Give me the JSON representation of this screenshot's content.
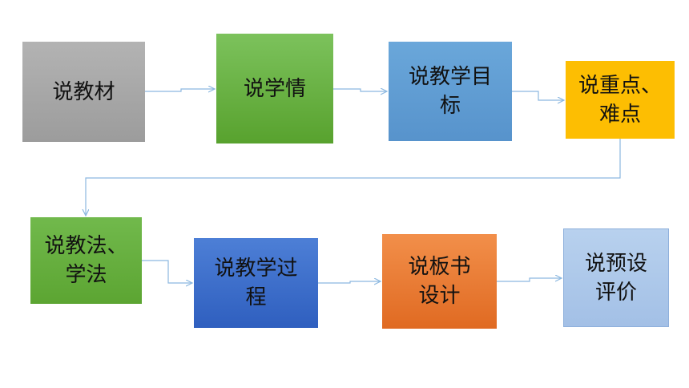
{
  "steps": [
    {
      "id": "b1",
      "lines": [
        "说教材"
      ]
    },
    {
      "id": "b2",
      "lines": [
        "说学情"
      ]
    },
    {
      "id": "b3",
      "lines": [
        "说教学目",
        "标"
      ]
    },
    {
      "id": "b4",
      "lines": [
        "说重点、",
        "难点"
      ]
    },
    {
      "id": "b5",
      "lines": [
        "说教法、",
        "学法"
      ]
    },
    {
      "id": "b6",
      "lines": [
        "说教学过",
        "程"
      ]
    },
    {
      "id": "b7",
      "lines": [
        "说板书",
        "设计"
      ]
    },
    {
      "id": "b8",
      "lines": [
        "说预设",
        "评价"
      ]
    }
  ],
  "colors": {
    "connector": "#8cb8e0"
  }
}
